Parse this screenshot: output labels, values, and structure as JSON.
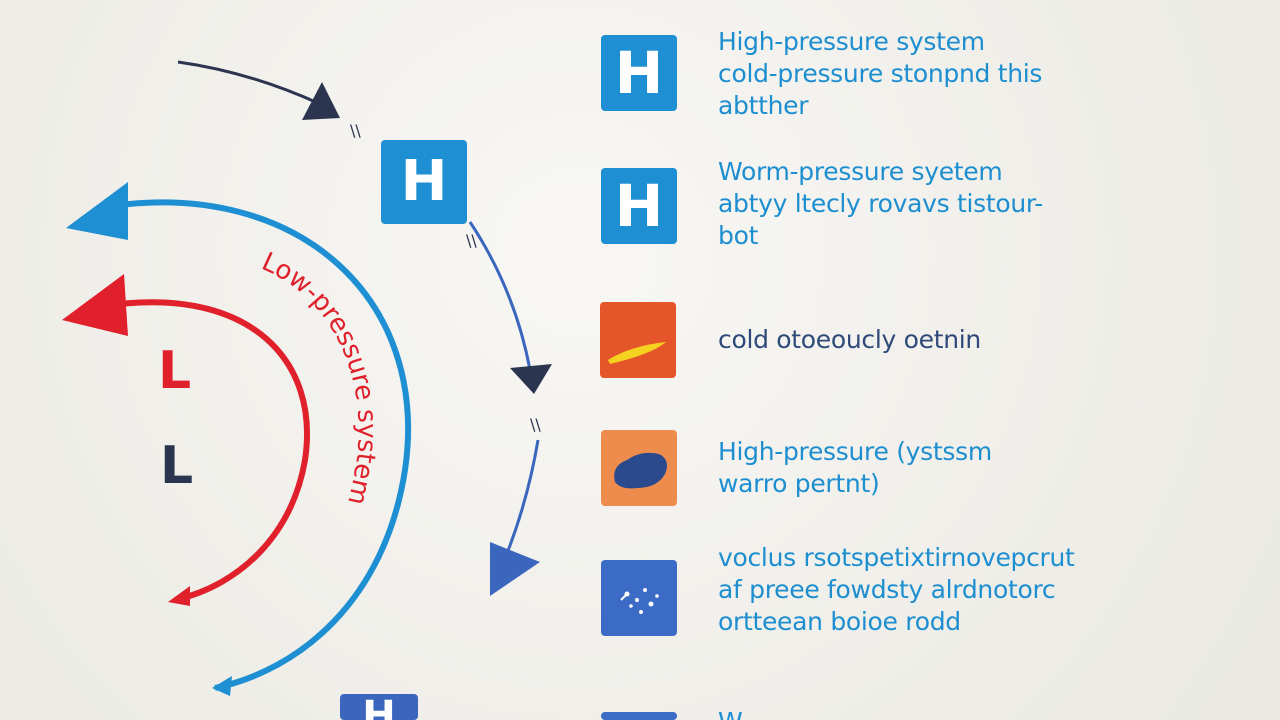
{
  "diagram": {
    "h_label": "H",
    "l_labels": [
      "L",
      "L"
    ],
    "curved_label": "Low-pressure system",
    "tick_marks": [
      "\\\\",
      "\\\\",
      "\\\\"
    ],
    "colors": {
      "blue": "#1e8fd2",
      "red": "#e0202a",
      "navy": "#2b3550",
      "royal": "#3a67bd"
    }
  },
  "legend": {
    "items": [
      {
        "icon": "H",
        "icon_color": "#1e8fd2",
        "lines": [
          "High-pressure system",
          "cold-pressure stonpnd this",
          "abtther"
        ]
      },
      {
        "icon": "H",
        "icon_color": "#1e8fd2",
        "lines": [
          "Worm-pressure syetem",
          "abtyy ltecly rovavs tistour-",
          "bot"
        ]
      },
      {
        "icon": "",
        "icon_color": "#e4562a",
        "lines": [
          "cold otoeoucly oetnin"
        ]
      },
      {
        "icon": "",
        "icon_color": "#ee8c4e",
        "lines": [
          "High-pressure (ystssm",
          "warro pertnt)"
        ]
      },
      {
        "icon": "",
        "icon_color": "#3b6bc4",
        "lines": [
          "voclus rsotspetixtirnovepcrut",
          "af preee fowdsty alrdnotorc",
          "ortteean boioe rodd"
        ]
      }
    ],
    "bottom_partial_text": "W"
  }
}
